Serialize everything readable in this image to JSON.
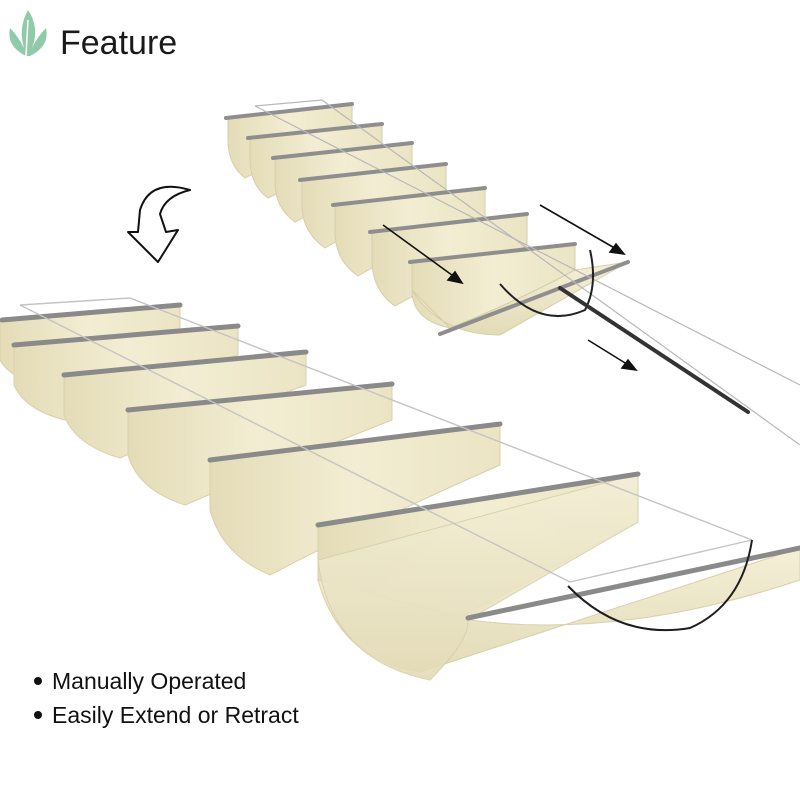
{
  "header": {
    "title": "Feature",
    "logo_icon": "leaf-logo-icon"
  },
  "features": [
    {
      "label": "Manually Operated"
    },
    {
      "label": "Easily Extend or Retract"
    }
  ],
  "colors": {
    "fabric": "#f2ecd0",
    "fabric_shade": "#e6dfbe",
    "rail": "#8c8c8c",
    "leaf_accent": "#8fcaa9",
    "text": "#111111"
  }
}
